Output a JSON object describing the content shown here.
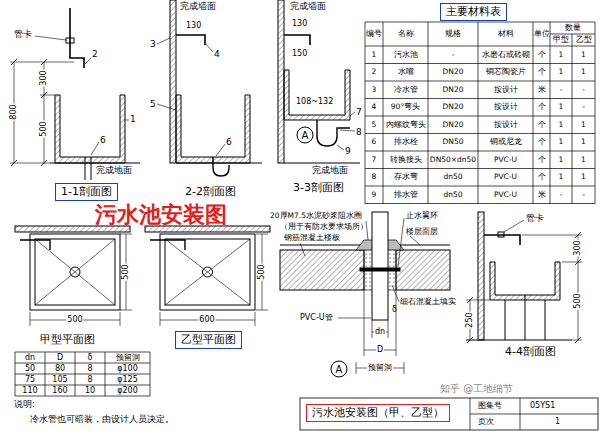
{
  "diagram": {
    "title": "污水池安装图",
    "nodes": [
      {
        "text": [
          "1-1剖面图"
        ]
      },
      {
        "text": [
          "A"
        ]
      },
      {
        "text": [
          "主要材料表"
        ]
      },
      {
        "text": [
          "乙型平面图"
        ]
      },
      {
        "text": [
          "A"
        ]
      },
      {
        "text": [
          "污水池安装图（甲、乙型）"
        ]
      }
    ],
    "labels": [
      "管卡",
      "300",
      "800",
      "500",
      "2",
      "1",
      "6",
      "完成地面",
      "完成墙面",
      "130",
      "3",
      "4",
      "5",
      "6",
      "2-2剖面图",
      "完成墙面",
      "130",
      "150",
      "108~132",
      "7",
      "8",
      "9",
      "完成地面",
      "3-3剖面图",
      "甲型平面图",
      "500",
      "500",
      "600",
      "500",
      "说明:",
      "冷水管也可暗装，由设计人员决定。",
      "20厚M7.5水泥砂浆阻水圈",
      "（用于有防水要求场所）",
      "钢筋混凝土楼板",
      "止水翼环",
      "楼层面层",
      "PVC-U管",
      "细石混凝土填实",
      "δ",
      "dn",
      "D",
      "预留洞",
      "管卡",
      "300",
      "500",
      "250",
      "4-4剖面图",
      "图集号",
      "05YS1",
      "页次",
      "1",
      "知乎 @工地细节",
      "编号",
      "名称",
      "规格",
      "材料",
      "单位",
      "数量",
      "甲型",
      "乙型",
      "1",
      "污水池",
      "-",
      "水磨石或砖砌",
      "个",
      "1",
      "1",
      "2",
      "水嘴",
      "DN20",
      "铜芯陶瓷片",
      "个",
      "1",
      "1",
      "3",
      "冷水管",
      "DN20",
      "按设计",
      "米",
      "-",
      "-",
      "4",
      "90°弯头",
      "DN20",
      "按设计",
      "个",
      "1",
      "-",
      "5",
      "内螺纹弯头",
      "DN20",
      "按设计",
      "个",
      "1",
      "1",
      "6",
      "排水栓",
      "DN50",
      "铜或尼龙",
      "个",
      "1",
      "1",
      "7",
      "转换接头",
      "DN50×dn50",
      "PVC-U",
      "个",
      "1",
      "1",
      "8",
      "存水弯",
      "dn50",
      "PVC-U",
      "个",
      "1",
      "1",
      "9",
      "排水管",
      "dn50",
      "PVC-U",
      "米",
      "-",
      "-",
      "dn",
      "D",
      "δ",
      "预留洞",
      "50",
      "80",
      "8",
      "φ100",
      "75",
      "105",
      "8",
      "φ125",
      "110",
      "160",
      "10",
      "φ200"
    ]
  }
}
